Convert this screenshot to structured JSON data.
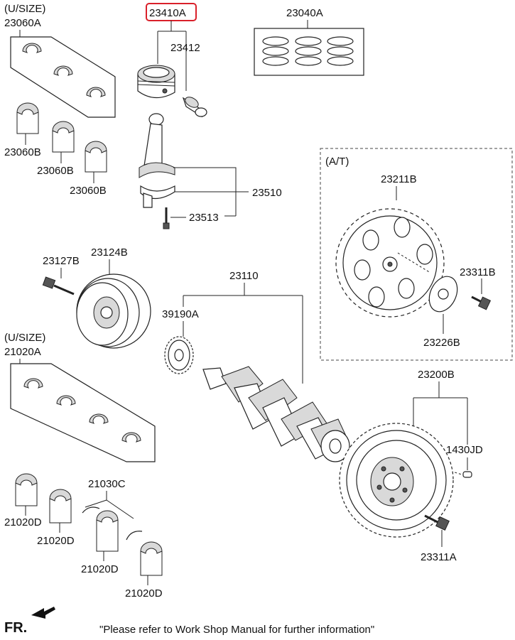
{
  "labels": {
    "usize_top": "(U/SIZE)",
    "p23060A": "23060A",
    "p23060B_1": "23060B",
    "p23060B_2": "23060B",
    "p23060B_3": "23060B",
    "p23410A": "23410A",
    "p23412": "23412",
    "p23040A": "23040A",
    "p23510": "23510",
    "p23513": "23513",
    "at": "(A/T)",
    "p23211B": "23211B",
    "p23311B": "23311B",
    "p23226B": "23226B",
    "p23127B": "23127B",
    "p23124B": "23124B",
    "p23110": "23110",
    "p39190A": "39190A",
    "usize_bottom": "(U/SIZE)",
    "p21020A": "21020A",
    "p21030C": "21030C",
    "p21020D_1": "21020D",
    "p21020D_2": "21020D",
    "p21020D_3": "21020D",
    "p21020D_4": "21020D",
    "p23200B": "23200B",
    "p1430JD": "1430JD",
    "p23311A": "23311A",
    "fr": "FR.",
    "footnote": "\"Please refer to Work Shop Manual for further information\""
  },
  "highlight_color": "#d9202a"
}
